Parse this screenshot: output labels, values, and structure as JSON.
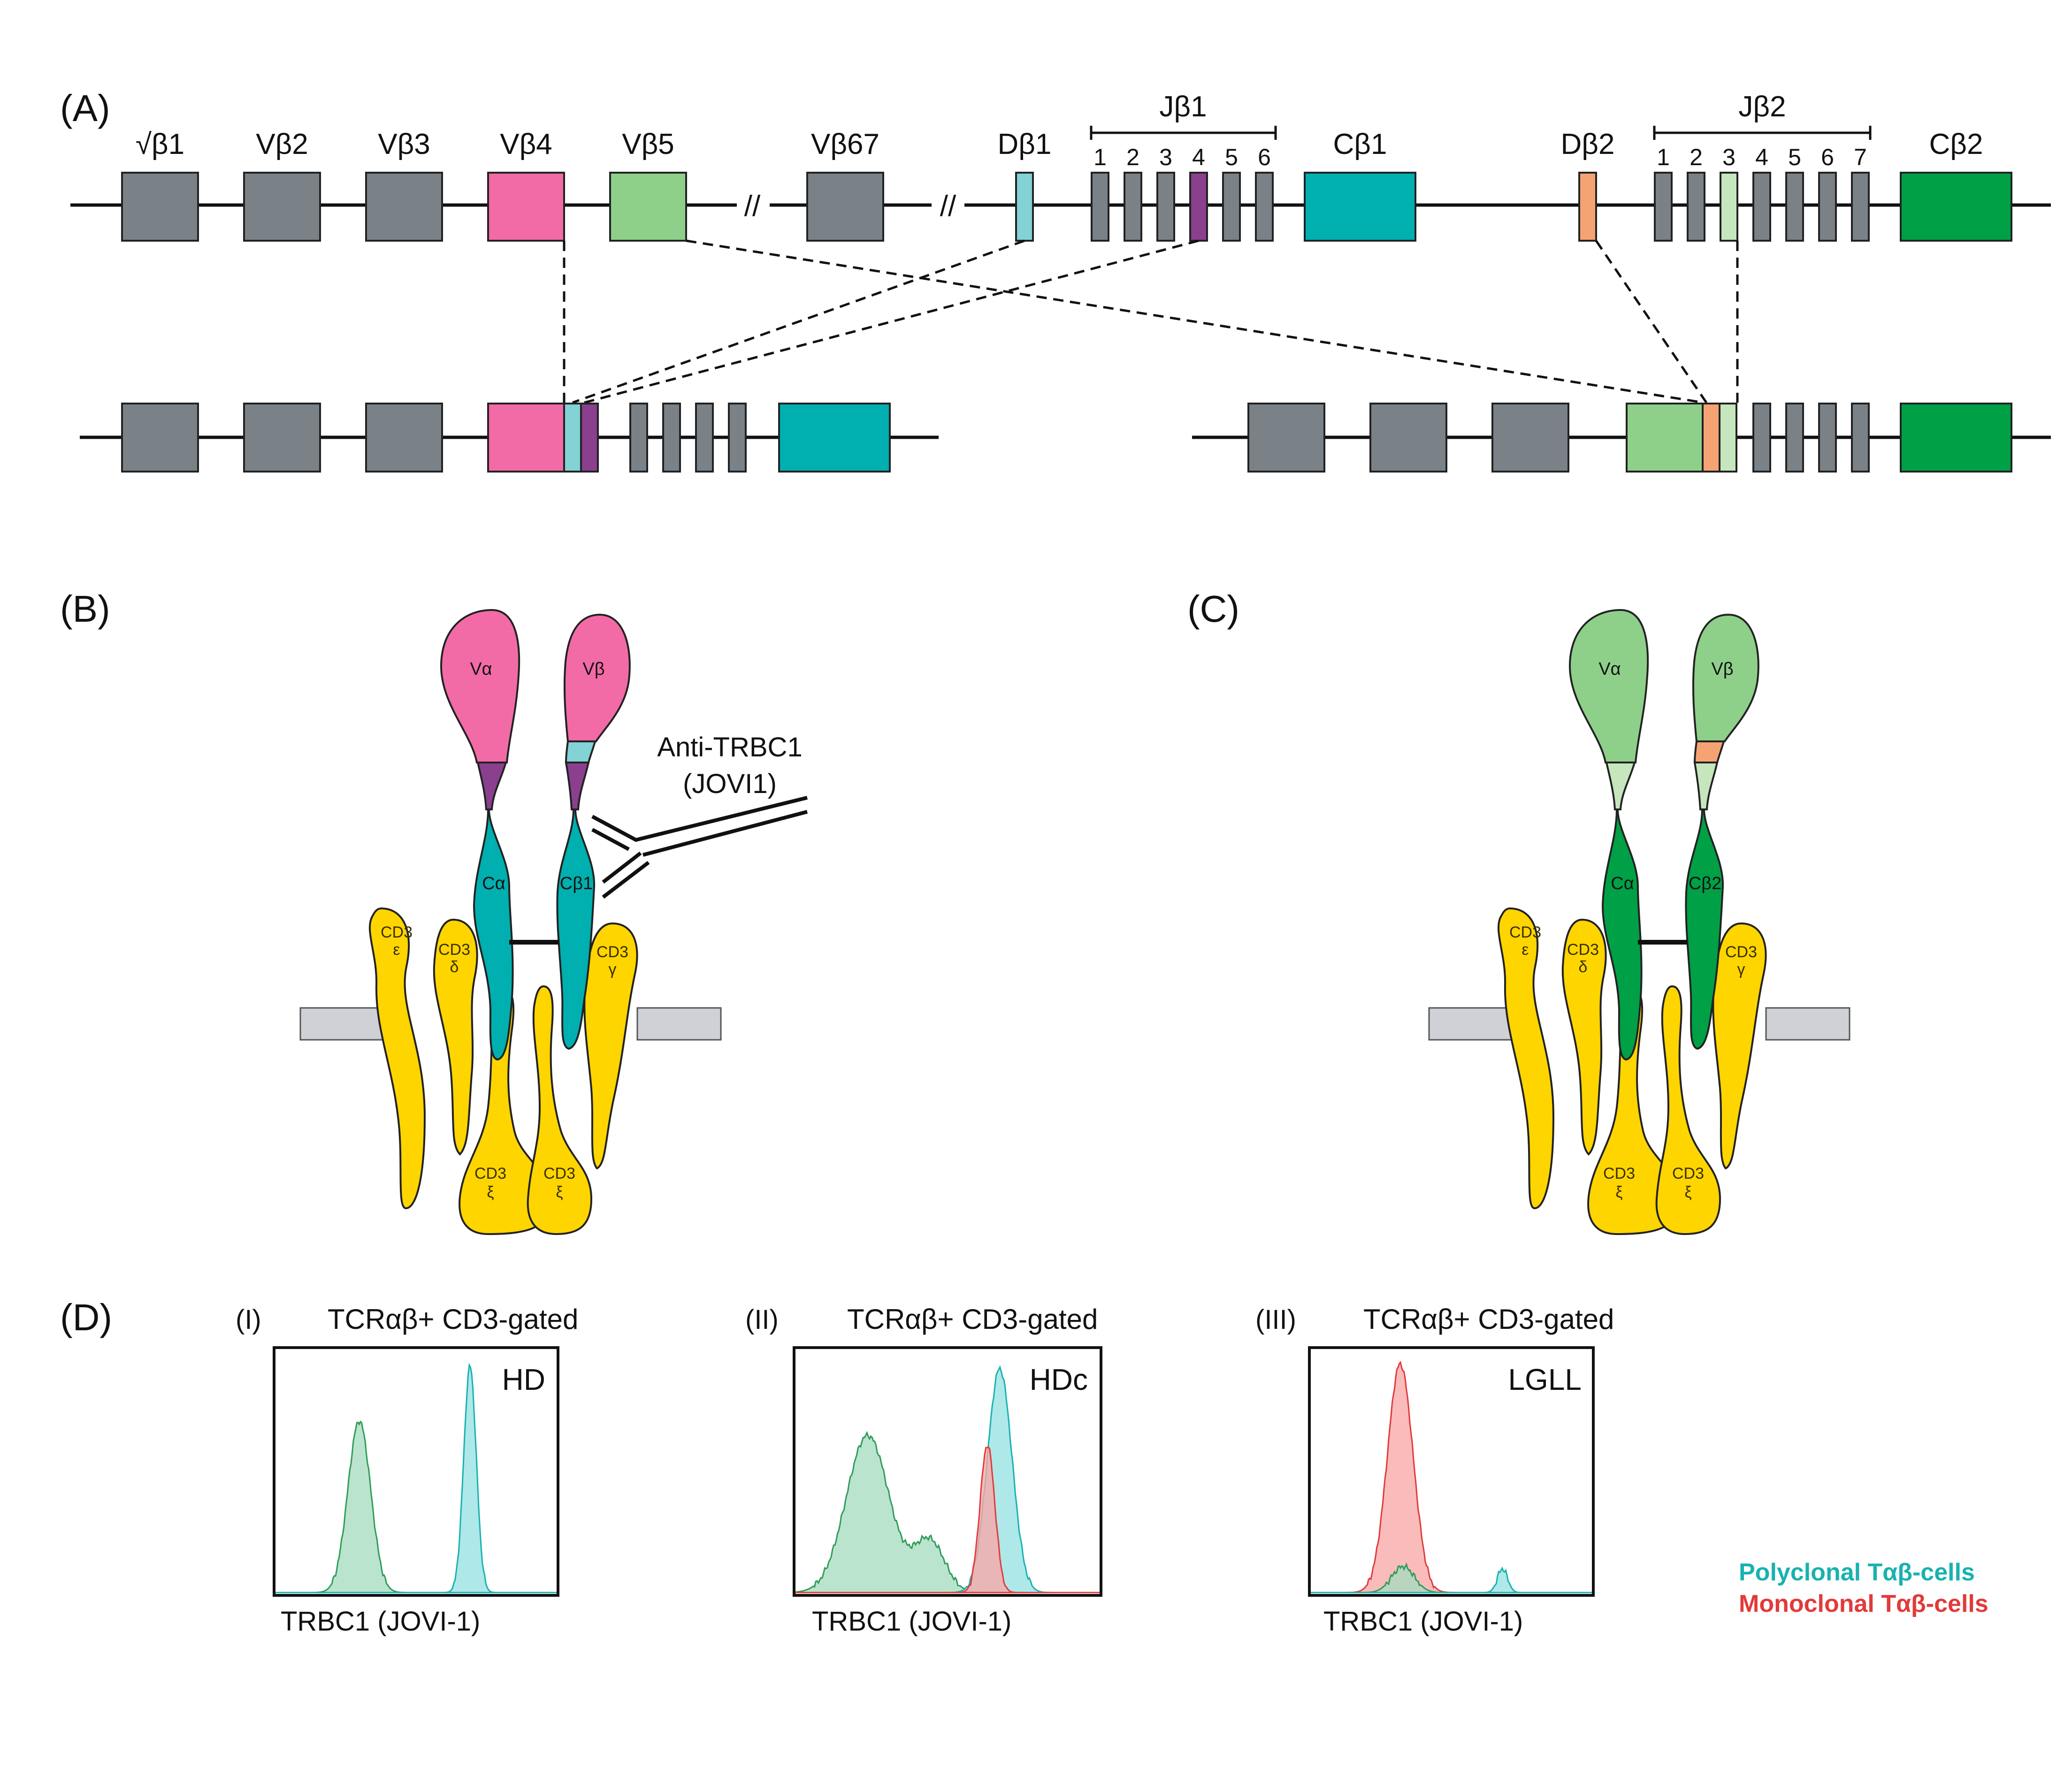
{
  "panels": {
    "A": "(A)",
    "B": "(B)",
    "C": "(C)",
    "D": "(D)"
  },
  "colors": {
    "v_grey": "#7A8288",
    "vb4_pink": "#F26BA6",
    "vb5_green": "#8ED08A",
    "db1_cyan": "#82D2D6",
    "jb14_purple": "#8A3F8F",
    "cb1_teal": "#00AFAF",
    "db2_orange": "#F6A373",
    "jb23_pale": "#C6E6BE",
    "cb2_green": "#00A046",
    "cd3_yellow": "#FFD500",
    "polyclonal_fill": "#97E2E3",
    "polyclonal_line": "#18B2B0",
    "normal_fill": "#A7DDC0",
    "normal_line": "#2E9C58",
    "monoclonal_fill": "#F8A8A8",
    "monoclonal_line": "#E23A3A"
  },
  "germline": {
    "v_labels": [
      "√β1",
      "Vβ2",
      "Vβ3",
      "Vβ4",
      "Vβ5",
      "Vβ67"
    ],
    "break_mark": "//",
    "db1": "Dβ1",
    "jb1_title": "Jβ1",
    "jb1_numbers": [
      "1",
      "2",
      "3",
      "4",
      "5",
      "6"
    ],
    "cb1": "Cβ1",
    "db2": "Dβ2",
    "jb2_title": "Jβ2",
    "jb2_numbers": [
      "1",
      "2",
      "3",
      "4",
      "5",
      "6",
      "7"
    ],
    "cb2": "Cβ2"
  },
  "receptor_b": {
    "v_alpha": "Vα",
    "v_beta": "Vβ",
    "c_alpha": "Cα",
    "c_beta": "Cβ1",
    "antibody_line1": "Anti-TRBC1",
    "antibody_line2": "(JOVI1)",
    "cd3": "CD3",
    "epsilon": "ε",
    "delta": "δ",
    "gamma": "γ",
    "xi": "ξ"
  },
  "receptor_c": {
    "v_alpha": "Vα",
    "v_beta": "Vβ",
    "c_alpha": "Cα",
    "c_beta": "Cβ2",
    "cd3": "CD3",
    "epsilon": "ε",
    "delta": "δ",
    "gamma": "γ",
    "xi": "ξ"
  },
  "histograms": [
    {
      "numeral": "(I)",
      "title": "TCRαβ+ CD3-gated",
      "tag": "HD",
      "xlabel": "TRBC1 (JOVI-1)",
      "series": [
        {
          "color": "normal",
          "peaks": [
            {
              "mu": 0.3,
              "sigma": 0.04,
              "h": 0.72
            }
          ]
        },
        {
          "color": "polyclonal",
          "peaks": [
            {
              "mu": 0.69,
              "sigma": 0.022,
              "h": 0.95
            }
          ]
        }
      ]
    },
    {
      "numeral": "(II)",
      "title": "TCRαβ+ CD3-gated",
      "tag": "HDc",
      "xlabel": "TRBC1 (JOVI-1)",
      "series": [
        {
          "color": "normal",
          "peaks": [
            {
              "mu": 0.24,
              "sigma": 0.07,
              "h": 0.66
            },
            {
              "mu": 0.44,
              "sigma": 0.05,
              "h": 0.22
            }
          ]
        },
        {
          "color": "polyclonal",
          "peaks": [
            {
              "mu": 0.67,
              "sigma": 0.04,
              "h": 0.94
            }
          ]
        },
        {
          "color": "monoclonal",
          "peaks": [
            {
              "mu": 0.63,
              "sigma": 0.024,
              "h": 0.62
            }
          ]
        }
      ]
    },
    {
      "numeral": "(III)",
      "title": "TCRαβ+ CD3-gated",
      "tag": "LGLL",
      "xlabel": "TRBC1 (JOVI-1)",
      "series": [
        {
          "color": "monoclonal",
          "peaks": [
            {
              "mu": 0.32,
              "sigma": 0.045,
              "h": 0.96
            }
          ]
        },
        {
          "color": "normal",
          "peaks": [
            {
              "mu": 0.33,
              "sigma": 0.04,
              "h": 0.11
            }
          ]
        },
        {
          "color": "polyclonal",
          "peaks": [
            {
              "mu": 0.68,
              "sigma": 0.018,
              "h": 0.1
            }
          ]
        }
      ]
    }
  ],
  "legend": {
    "polyclonal": "Polyclonal Tαβ-cells",
    "monoclonal": "Monoclonal Tαβ-cells"
  }
}
